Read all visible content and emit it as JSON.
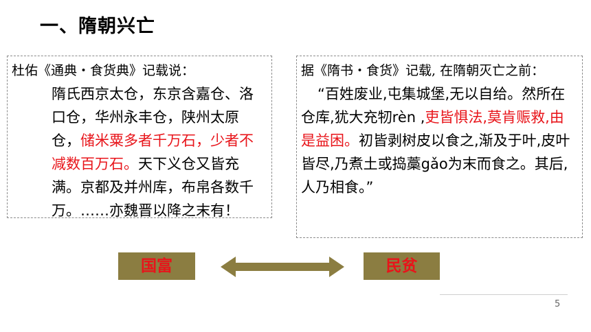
{
  "title": "一、隋朝兴亡",
  "left_quote": {
    "intro": "杜佑《通典・食货典》记载说：",
    "line1": "隋氏西京太仓，东京含嘉仓、洛口仓，华州永丰仓，陕州太原仓，",
    "highlight": "储米粟多者千万石，少者不减数百万石。",
    "line2": "天下义仓又皆充满。京都及并州库，布帛各数千万。……亦魏晋以降之末有！"
  },
  "right_quote": {
    "intro": "据《隋书・食货》记载, 在隋朝灭亡之前：",
    "text1": "“百姓废业,屯集城堡,无以自给。然所在仓库,犹大充牣rèn ,",
    "highlight": "吏皆惧法,莫肯赈救,由是益困。",
    "text2": "初皆剥树皮以食之,渐及于叶,皮叶皆尽,乃煮土或捣藁gǎo为末而食之。其后,人乃相食。”"
  },
  "labels": {
    "left": "国富",
    "right": "民贫"
  },
  "colors": {
    "label_bg": "#8b7d41",
    "highlight": "#e8141a",
    "arrow": "#8b7d41"
  },
  "page_number": "5"
}
